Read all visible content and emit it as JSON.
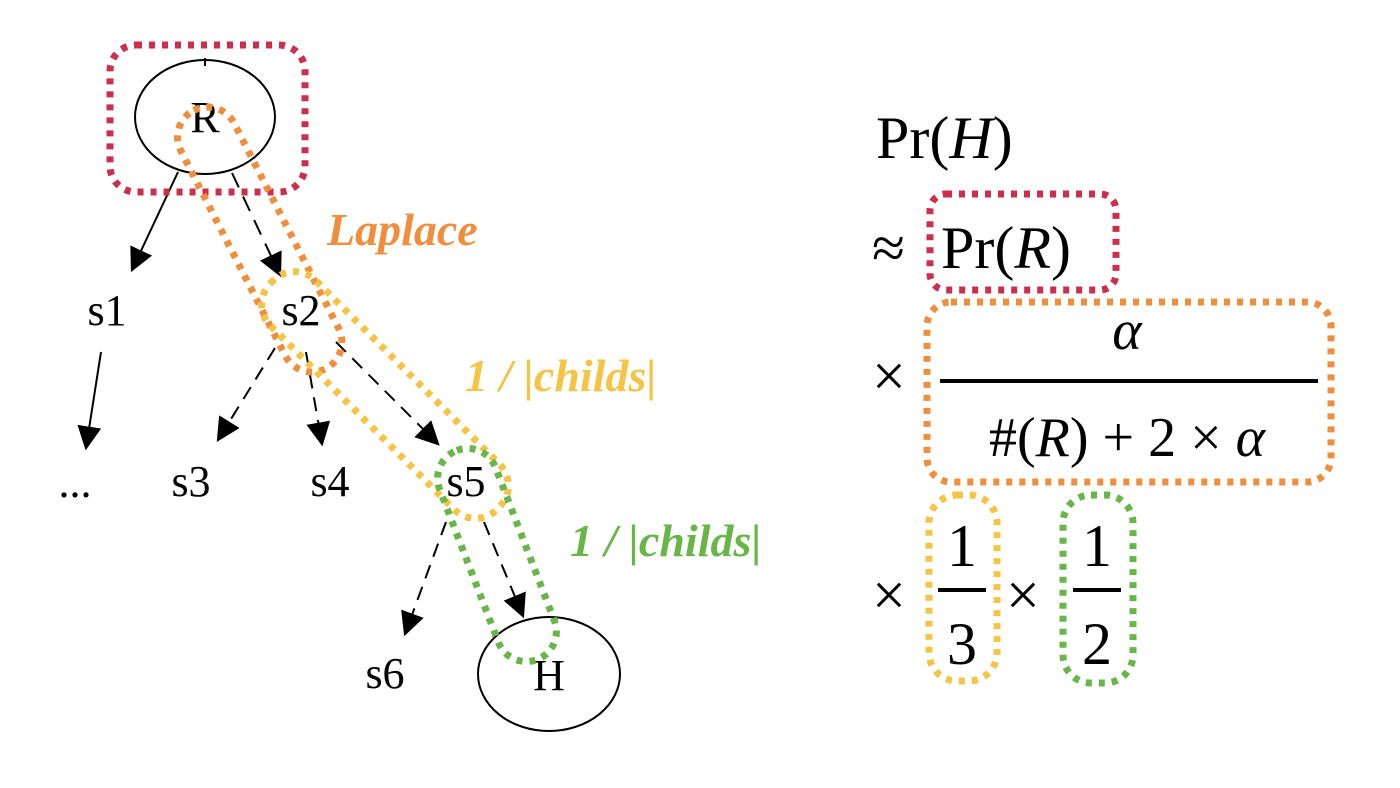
{
  "colors": {
    "red": "#cc2e4e",
    "orange": "#ef8f3e",
    "yellow": "#f5c445",
    "green": "#68b548",
    "ink": "#000000"
  },
  "tree": {
    "root": "R",
    "target": "H",
    "nodes": {
      "s1": "s1",
      "s2": "s2",
      "s3": "s3",
      "s4": "s4",
      "s5": "s5",
      "s6": "s6",
      "ellipsis": "..."
    }
  },
  "annotations": {
    "laplace": "Laplace",
    "childs_1": "1 / |childs|",
    "childs_2": "1 / |childs|"
  },
  "formula": {
    "pr": "Pr",
    "h": "H",
    "r": "R",
    "approx": "≈",
    "times": "×",
    "alpha": "α",
    "hash": "#",
    "plus": "+",
    "two": "2",
    "one": "1",
    "three": "3",
    "paren_open": "(",
    "paren_close": ")"
  }
}
